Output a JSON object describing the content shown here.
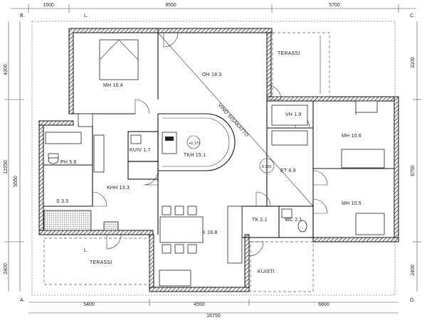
{
  "corners": {
    "a": "A.",
    "b": "B.",
    "c": "C.",
    "d": "D."
  },
  "dimensions": {
    "top": [
      "1500",
      "9550",
      "5700"
    ],
    "bottom": [
      "5400",
      "4550",
      "6800"
    ],
    "total": "16750",
    "left": [
      "4300",
      "12250",
      "5550",
      "2400"
    ],
    "right": [
      "3100",
      "6750",
      "2400"
    ]
  },
  "rooms": {
    "mh_left": "MH 16.4",
    "oh": "OH 18.3",
    "terassi_top": "TERASSI",
    "vh": "VH 1.9",
    "mh_right_top": "MH 10.6",
    "ph": "PH 5.6",
    "kuiv": "KUIV 1.7",
    "tkh": "TKH 15.1",
    "et": "ET 8.9",
    "khh": "KHH 13.3",
    "s": "S 3.5",
    "mh_right_bottom": "MH 10.5",
    "tk": "TK 2.1",
    "wc": "WC 2.1",
    "k": "K 18.8",
    "terassi_bottom": "TERASSI",
    "kuisti": "KUISTI"
  },
  "annotations": {
    "vino_sisakatto": "VINO SISÄKATTO",
    "level_tkh": "+0.170",
    "level_et": "0.000",
    "marker": "L."
  }
}
